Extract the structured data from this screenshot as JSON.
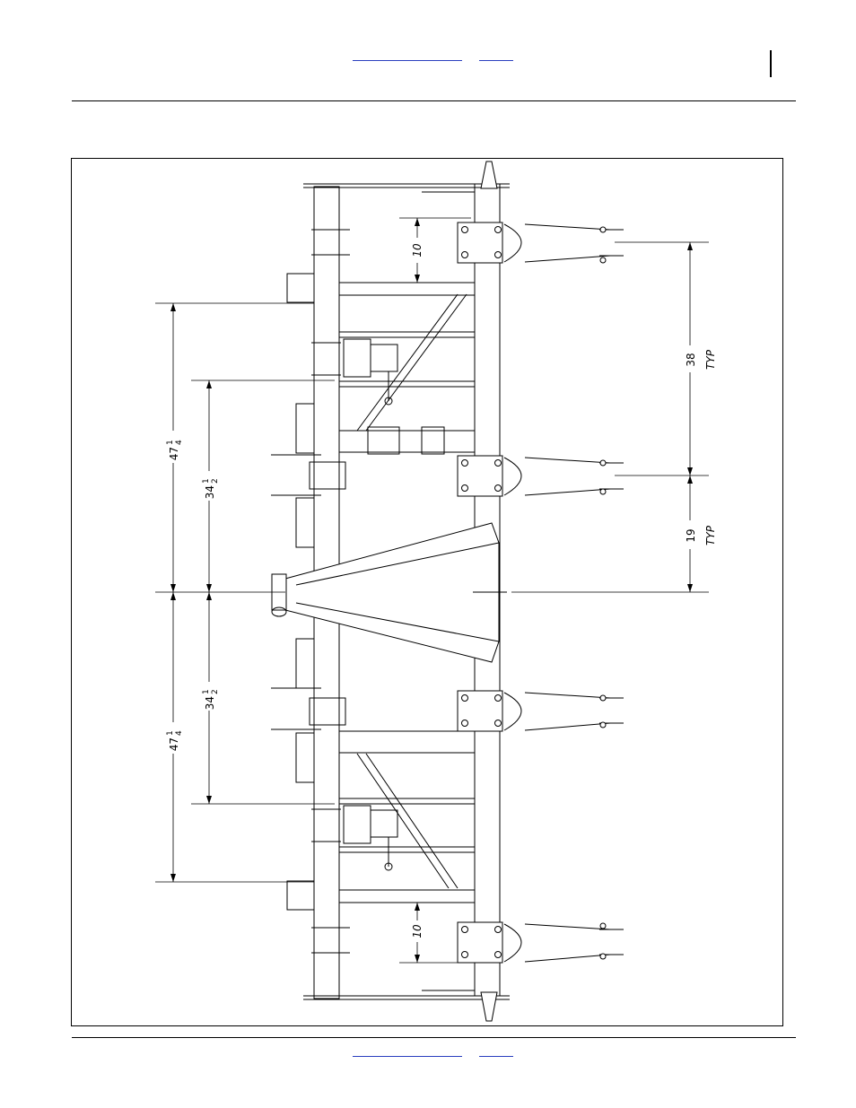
{
  "header": {
    "links": [
      "",
      ""
    ]
  },
  "footer": {
    "links": [
      "",
      ""
    ]
  },
  "drawing": {
    "dimensions": {
      "top_offset": "10",
      "bottom_offset": "10",
      "row_spacing": "38",
      "row_spacing_note": "TYP",
      "half_spacing": "19",
      "half_spacing_note": "TYP",
      "upper_outer_whole": "47",
      "upper_outer_frac_num": "1",
      "upper_outer_frac_den": "4",
      "upper_inner_whole": "34",
      "upper_inner_frac_num": "1",
      "upper_inner_frac_den": "2",
      "lower_inner_whole": "34",
      "lower_inner_frac_num": "1",
      "lower_inner_frac_den": "2",
      "lower_outer_whole": "47",
      "lower_outer_frac_num": "1",
      "lower_outer_frac_den": "4"
    }
  }
}
